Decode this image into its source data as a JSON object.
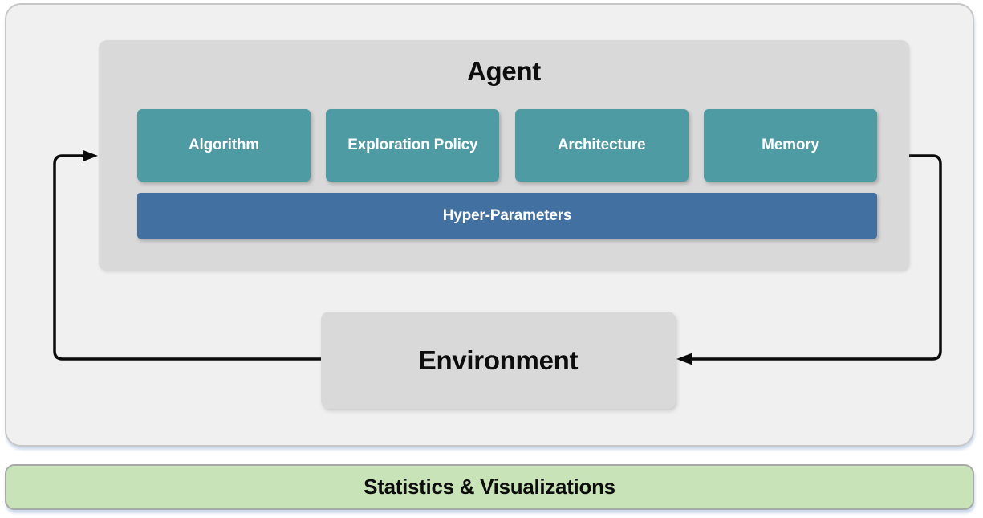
{
  "colors": {
    "teal": "#4F9BA4",
    "blue": "#4271A1",
    "gray": "#D9D9D9",
    "panel": "#F0F0F0",
    "green": "#C9E3B8",
    "arrow": "#0B0B0B"
  },
  "agent": {
    "title": "Agent",
    "modules": [
      "Algorithm",
      "Exploration Policy",
      "Architecture",
      "Memory"
    ],
    "hyper_parameters_label": "Hyper-Parameters"
  },
  "environment": {
    "title": "Environment"
  },
  "footer": {
    "label": "Statistics & Visualizations"
  }
}
